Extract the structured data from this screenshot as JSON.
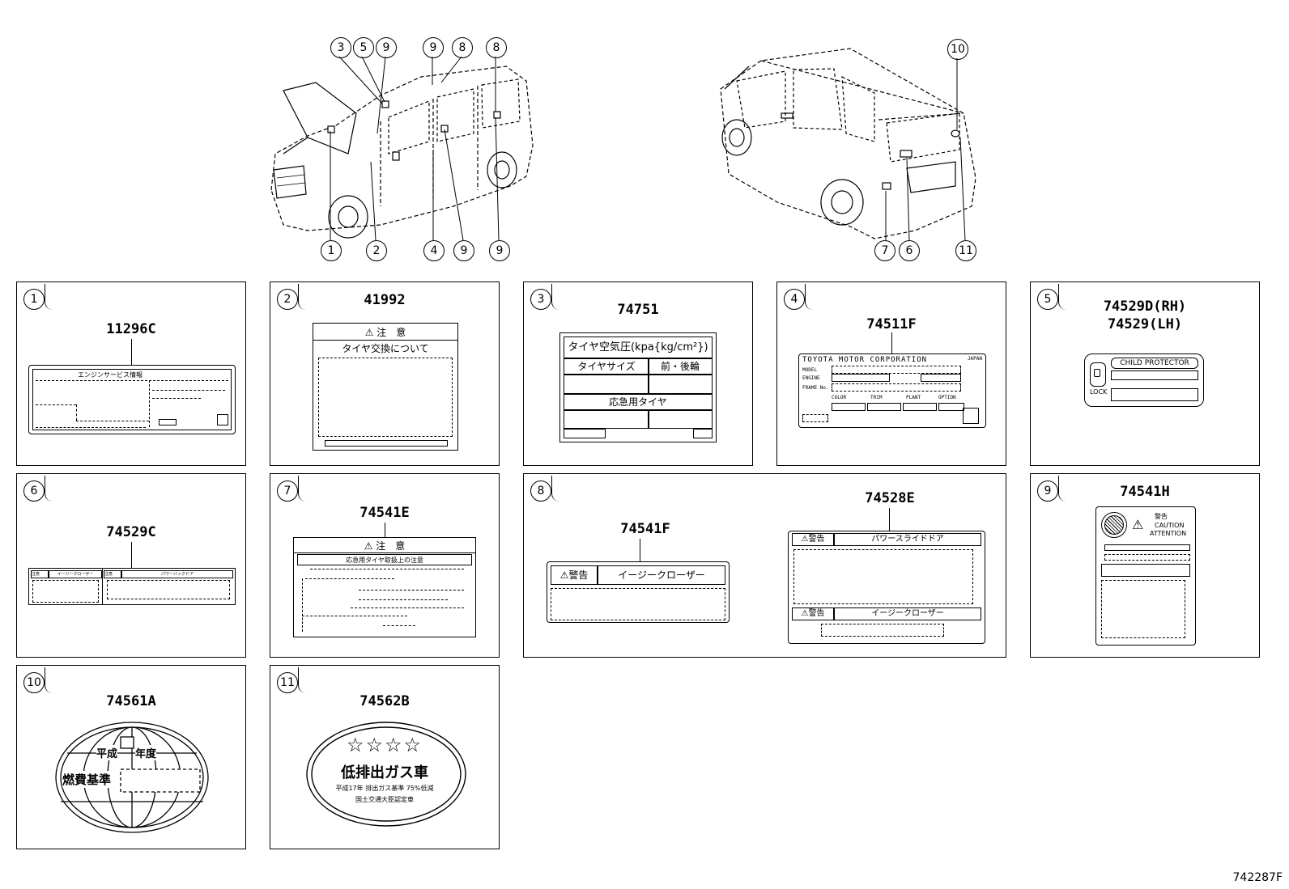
{
  "figure_id": "742287F",
  "callouts_front_top": [
    "3",
    "5",
    "9",
    "9",
    "8",
    "8"
  ],
  "callouts_front_bottom": [
    "1",
    "2",
    "4",
    "9",
    "9"
  ],
  "callouts_rear_top": [
    "10"
  ],
  "callouts_rear_bottom": [
    "7",
    "6",
    "11"
  ],
  "panels": [
    {
      "num": "1",
      "part": "11296C",
      "title": "エンジンサービス情報"
    },
    {
      "num": "2",
      "part": "41992",
      "head": "注　意",
      "sub": "タイヤ交換について"
    },
    {
      "num": "3",
      "part": "74751",
      "title": "タイヤ空気圧(kpa{kg/cm²})",
      "col1": "タイヤサイズ",
      "col2": "前・後輪",
      "row2": "応急用タイヤ"
    },
    {
      "num": "4",
      "part": "74511F",
      "title": "TOYOTA MOTOR CORPORATION",
      "japan": "JAPAN",
      "model": "MODEL",
      "engine": "ENGINE",
      "frame": "FRAME No.",
      "color": "COLOR",
      "trim": "TRIM",
      "plant": "PLANT",
      "option": "OPTION"
    },
    {
      "num": "5",
      "part": "74529D(RH)",
      "part2": "74529(LH)",
      "child": "CHILD PROTECTOR",
      "lock": "LOCK"
    },
    {
      "num": "6",
      "part": "74529C",
      "a": "注意",
      "b": "イージークローザー",
      "c": "注意",
      "d": "パワーバックドア"
    },
    {
      "num": "7",
      "part": "74541E",
      "head": "注　意",
      "sub": "応急用タイヤ取扱上の注意"
    },
    {
      "num": "8",
      "part": "74541F",
      "part2": "74528E",
      "warn": "警告",
      "left_title": "イージークローザー",
      "right_title1": "パワースライドドア",
      "right_title2": "イージークローザー"
    },
    {
      "num": "9",
      "part": "74541H",
      "warn": "警告",
      "caution": "CAUTION",
      "attention": "ATTENTION"
    },
    {
      "num": "10",
      "part": "74561A",
      "heisei": "平成",
      "nendo": "年度",
      "kijun": "燃費基準"
    },
    {
      "num": "11",
      "part": "74562B",
      "stars": "☆☆☆☆",
      "main": "低排出ガス車",
      "l1": "平成17年 排出ガス基準 75%低減",
      "l2": "国土交通大臣認定車"
    }
  ]
}
